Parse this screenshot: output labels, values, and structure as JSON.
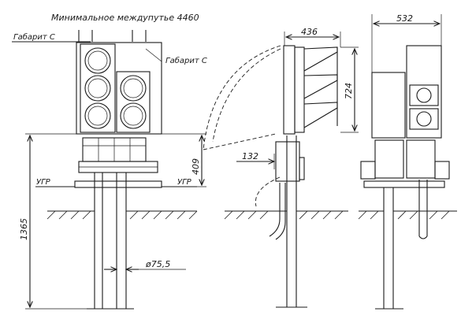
{
  "title": "Минимальное междупутье 4460",
  "labels": {
    "gabarit_left": "Габарит С",
    "gabarit_right": "Габарит С",
    "ugr_left": "УГР",
    "ugr_right": "УГР"
  },
  "dimensions": {
    "height_total": "1365",
    "height_box": "409",
    "pipe_diameter": "ø75,5",
    "side_width": "436",
    "side_height": "724",
    "side_offset": "132",
    "rear_width": "532"
  }
}
